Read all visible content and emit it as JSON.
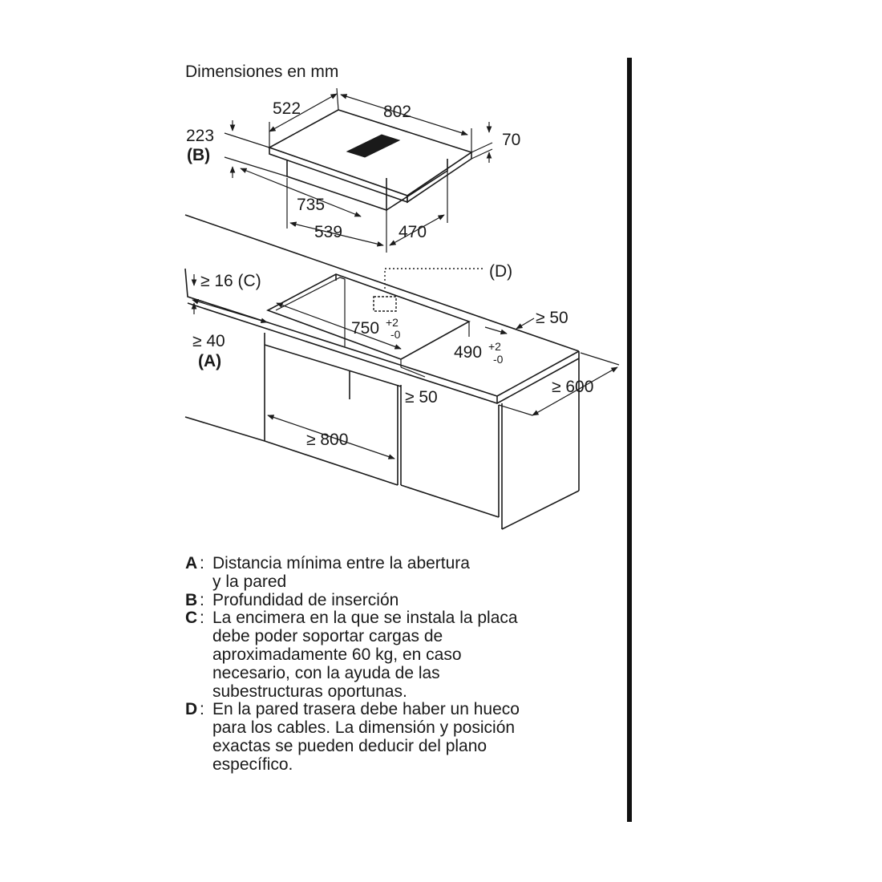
{
  "title": "Dimensiones en mm",
  "dimensions": {
    "depth_top": "522",
    "width_top": "802",
    "height": "70",
    "insertion_value": "223",
    "insertion_key": "(B)",
    "body_width": "735",
    "body_cut": "539",
    "body_depth": "470",
    "cable_label": "(D)",
    "worktop_thickness": "≥ 16 (C)",
    "wall_distance": "≥ 40",
    "wall_key": "(A)",
    "cut_width": "750",
    "cut_width_tol_plus": "+2",
    "cut_width_tol_minus": "-0",
    "cut_depth": "490",
    "cut_depth_tol_plus": "+2",
    "cut_depth_tol_minus": "-0",
    "side_clearance": "≥ 50",
    "front_clearance": "≥ 50",
    "worktop_depth": "≥ 600",
    "cabinet_width": "≥ 800"
  },
  "legend": [
    {
      "key": "A",
      "text": "Distancia mínima entre la abertura\ny la pared"
    },
    {
      "key": "B",
      "text": "Profundidad de inserción"
    },
    {
      "key": "C",
      "text": "La encimera en la que se instala la placa\ndebe poder soportar cargas de\naproximadamente 60 kg, en caso\nnecesario, con la ayuda de las\nsubestructuras oportunas."
    },
    {
      "key": "D",
      "text": "En la pared trasera debe haber un hueco\npara los cables. La dimensión y posición\nexactas se pueden deducir del plano\nespecífico."
    }
  ],
  "colors": {
    "line": "#1a1a1a",
    "background": "#ffffff"
  }
}
